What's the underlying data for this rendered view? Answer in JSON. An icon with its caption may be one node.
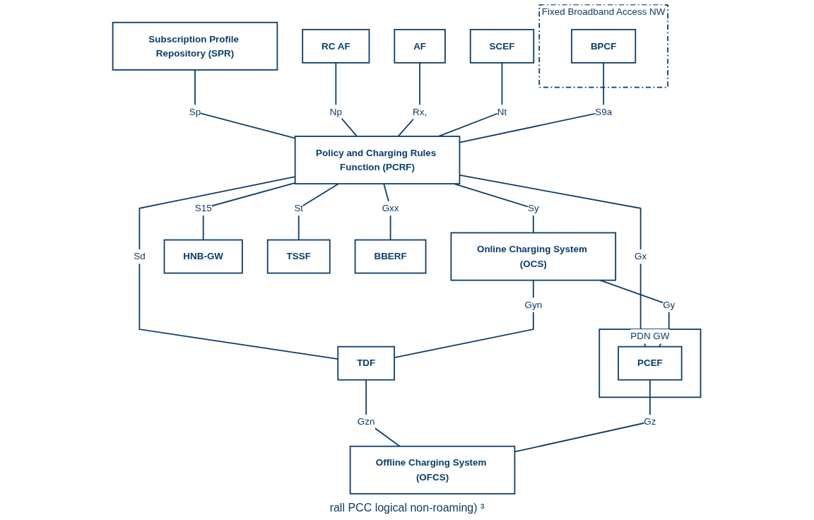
{
  "diagram": {
    "caption": "rall PCC logical non-roaming) ³",
    "nodes": [
      {
        "text": [
          "Subscription Profile Repository (SPR)"
        ]
      },
      {
        "text": [
          "RC AF"
        ]
      },
      {
        "text": [
          "AF"
        ]
      },
      {
        "text": [
          "SCEF"
        ]
      },
      {
        "text": [
          "Online Charging System (OCS)"
        ]
      },
      {
        "text": [
          "Fixed Broadband Access NW"
        ]
      },
      {
        "text": [
          "BPCF"
        ],
        "in": 5
      },
      {
        "text": [
          "Policy and Charging Rules Function (PCRF)"
        ]
      },
      {
        "text": [
          "HNB-GW"
        ]
      },
      {
        "text": [
          "TSSF"
        ]
      },
      {
        "text": [
          "BBERF"
        ]
      },
      {
        "text": [
          "PDN GW"
        ]
      },
      {
        "text": [
          "PCEF"
        ],
        "in": 11
      },
      {
        "text": [
          "TDF"
        ]
      },
      {
        "text": [
          "Offline Charging System (OFCS)"
        ]
      }
    ],
    "edges": [
      {
        "from": 0,
        "to": 7,
        "arrow": "none",
        "label": "Sp"
      },
      {
        "from": 1,
        "to": 7,
        "arrow": "none",
        "label": "Np"
      },
      {
        "from": 2,
        "to": 7,
        "arrow": "none",
        "label": "Rx,"
      },
      {
        "from": 3,
        "to": 7,
        "arrow": "none",
        "label": "Nt"
      },
      {
        "from": 6,
        "to": 7,
        "arrow": "none",
        "label": "S9a"
      },
      {
        "from": 7,
        "to": 8,
        "arrow": "none",
        "label": "S15"
      },
      {
        "from": 7,
        "to": 4,
        "arrow": "none",
        "label": "Sy"
      },
      {
        "from": 7,
        "to": 10,
        "arrow": "none",
        "label": "Gxx"
      },
      {
        "from": 7,
        "to": 12,
        "arrow": "none",
        "label": "Gx"
      },
      {
        "from": 7,
        "to": 13,
        "arrow": "none",
        "label": "Sd"
      },
      {
        "from": 7,
        "to": 9,
        "arrow": "none",
        "label": "St"
      },
      {
        "from": 4,
        "to": 12,
        "arrow": "none",
        "label": "Gy"
      },
      {
        "from": 4,
        "to": 13,
        "arrow": "none",
        "label": "Gyn"
      },
      {
        "from": 13,
        "to": 14,
        "arrow": "none",
        "label": "Gzn"
      },
      {
        "from": 12,
        "to": 14,
        "arrow": "none",
        "label": "Gz"
      }
    ]
  }
}
